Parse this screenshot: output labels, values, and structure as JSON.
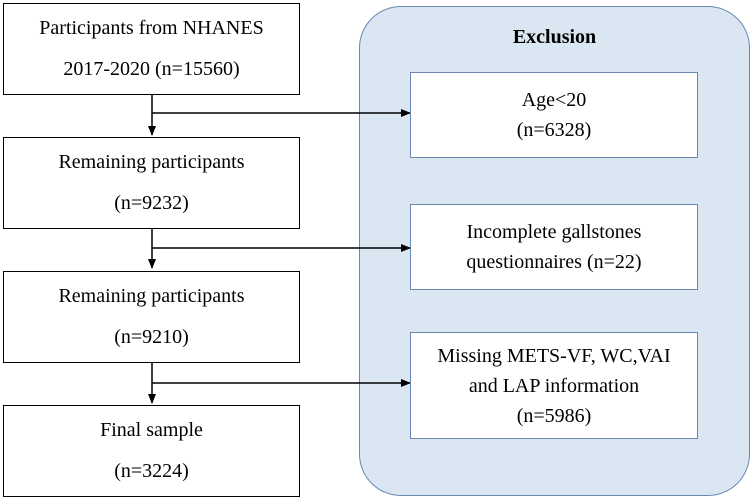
{
  "main_flow": [
    {
      "line1": "Participants from NHANES",
      "line2": "2017-2020 (n=15560)"
    },
    {
      "line1": "Remaining participants",
      "line2": "(n=9232)"
    },
    {
      "line1": "Remaining participants",
      "line2": "(n=9210)"
    },
    {
      "line1": "Final sample",
      "line2": "(n=3224)"
    }
  ],
  "exclusion": {
    "title": "Exclusion",
    "items": [
      {
        "lines": [
          "Age<20",
          "(n=6328)"
        ]
      },
      {
        "lines": [
          "Incomplete gallstones",
          "questionnaires (n=22)"
        ]
      },
      {
        "lines": [
          "Missing METS-VF, WC,VAI",
          "and LAP information",
          "(n=5986)"
        ]
      }
    ]
  },
  "colors": {
    "panel_fill": "#dae6f2",
    "panel_border": "#6a87b1",
    "box_border": "#000000"
  }
}
